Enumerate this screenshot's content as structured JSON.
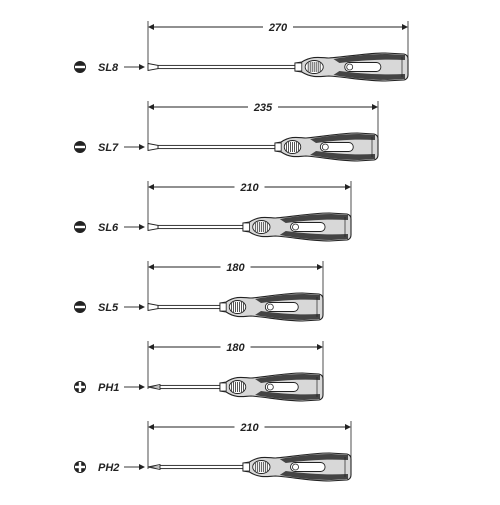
{
  "tools": [
    {
      "label": "SL8",
      "tip": "slotted",
      "length": "270"
    },
    {
      "label": "SL7",
      "tip": "slotted",
      "length": "235"
    },
    {
      "label": "SL6",
      "tip": "slotted",
      "length": "210"
    },
    {
      "label": "SL5",
      "tip": "slotted",
      "length": "180"
    },
    {
      "label": "PH1",
      "tip": "phillips",
      "length": "180"
    },
    {
      "label": "PH2",
      "tip": "phillips",
      "length": "210"
    }
  ],
  "colors": {
    "ink": "#222222",
    "handle": "#d8d8d8",
    "grip": "#444444",
    "background": "#ffffff"
  }
}
